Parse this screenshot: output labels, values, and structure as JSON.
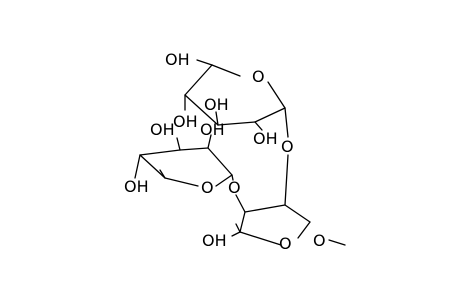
{
  "molecule": {
    "atom_labels": {
      "oh_ch2oh": "OH",
      "o_ring_top": "O",
      "oh_top_left_a": "OH",
      "oh_top_left_b": "OH",
      "oh_top_mid": "OH",
      "oh_top_c2": "OH",
      "o_link_top": "O",
      "oh_fuc_c3": "OH",
      "oh_fuc_c4": "OH",
      "o_ring_fuc": "O",
      "o_link_fuc": "O",
      "oh_bottom_c4": "OH",
      "o_ring_bottom": "O",
      "o_methoxy": "O"
    }
  }
}
